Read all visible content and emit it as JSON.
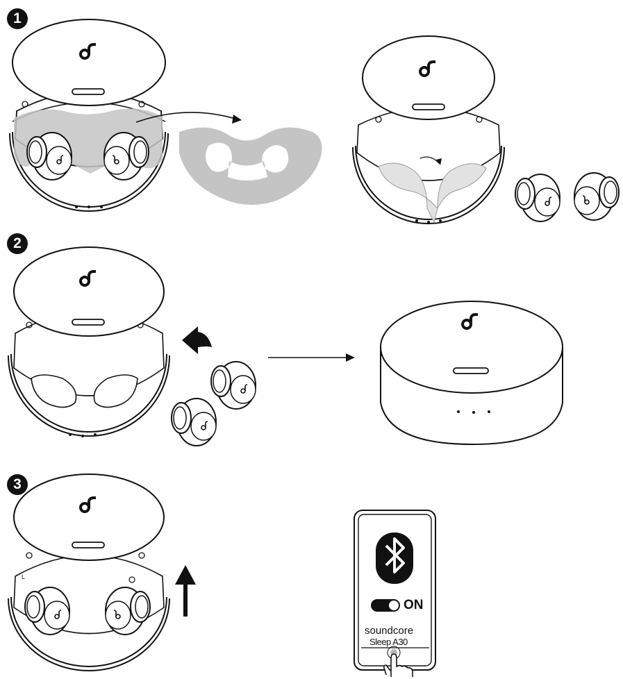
{
  "steps": [
    {
      "number": "1"
    },
    {
      "number": "2"
    },
    {
      "number": "3"
    }
  ],
  "phone": {
    "toggle_label": "ON",
    "device_line1": "soundcore",
    "device_line2": "Sleep A30"
  },
  "case_side_label": "L",
  "icons": [
    "soundcore-logo-icon",
    "bluetooth-icon",
    "toggle-switch-icon",
    "tap-hand-icon",
    "up-arrow-icon",
    "curved-arrow-icon",
    "right-arrow-icon"
  ],
  "colors": {
    "line": "#111111",
    "film": "#c4c4c4",
    "fill": "#ffffff"
  }
}
